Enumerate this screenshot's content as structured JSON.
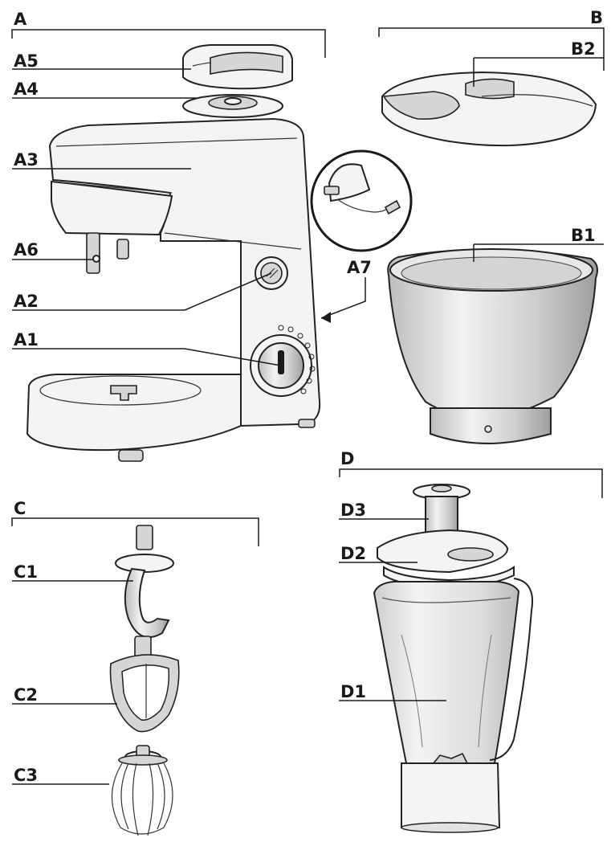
{
  "labels": {
    "A": "A",
    "A1": "A1",
    "A2": "A2",
    "A3": "A3",
    "A4": "A4",
    "A5": "A5",
    "A6": "A6",
    "A7": "A7",
    "B": "B",
    "B1": "B1",
    "B2": "B2",
    "C": "C",
    "C1": "C1",
    "C2": "C2",
    "C3": "C3",
    "D": "D",
    "D1": "D1",
    "D2": "D2",
    "D3": "D3"
  },
  "colors": {
    "ink": "#1a1a1a",
    "body": "#f4f4f4",
    "shade": "#d6d6d6"
  }
}
